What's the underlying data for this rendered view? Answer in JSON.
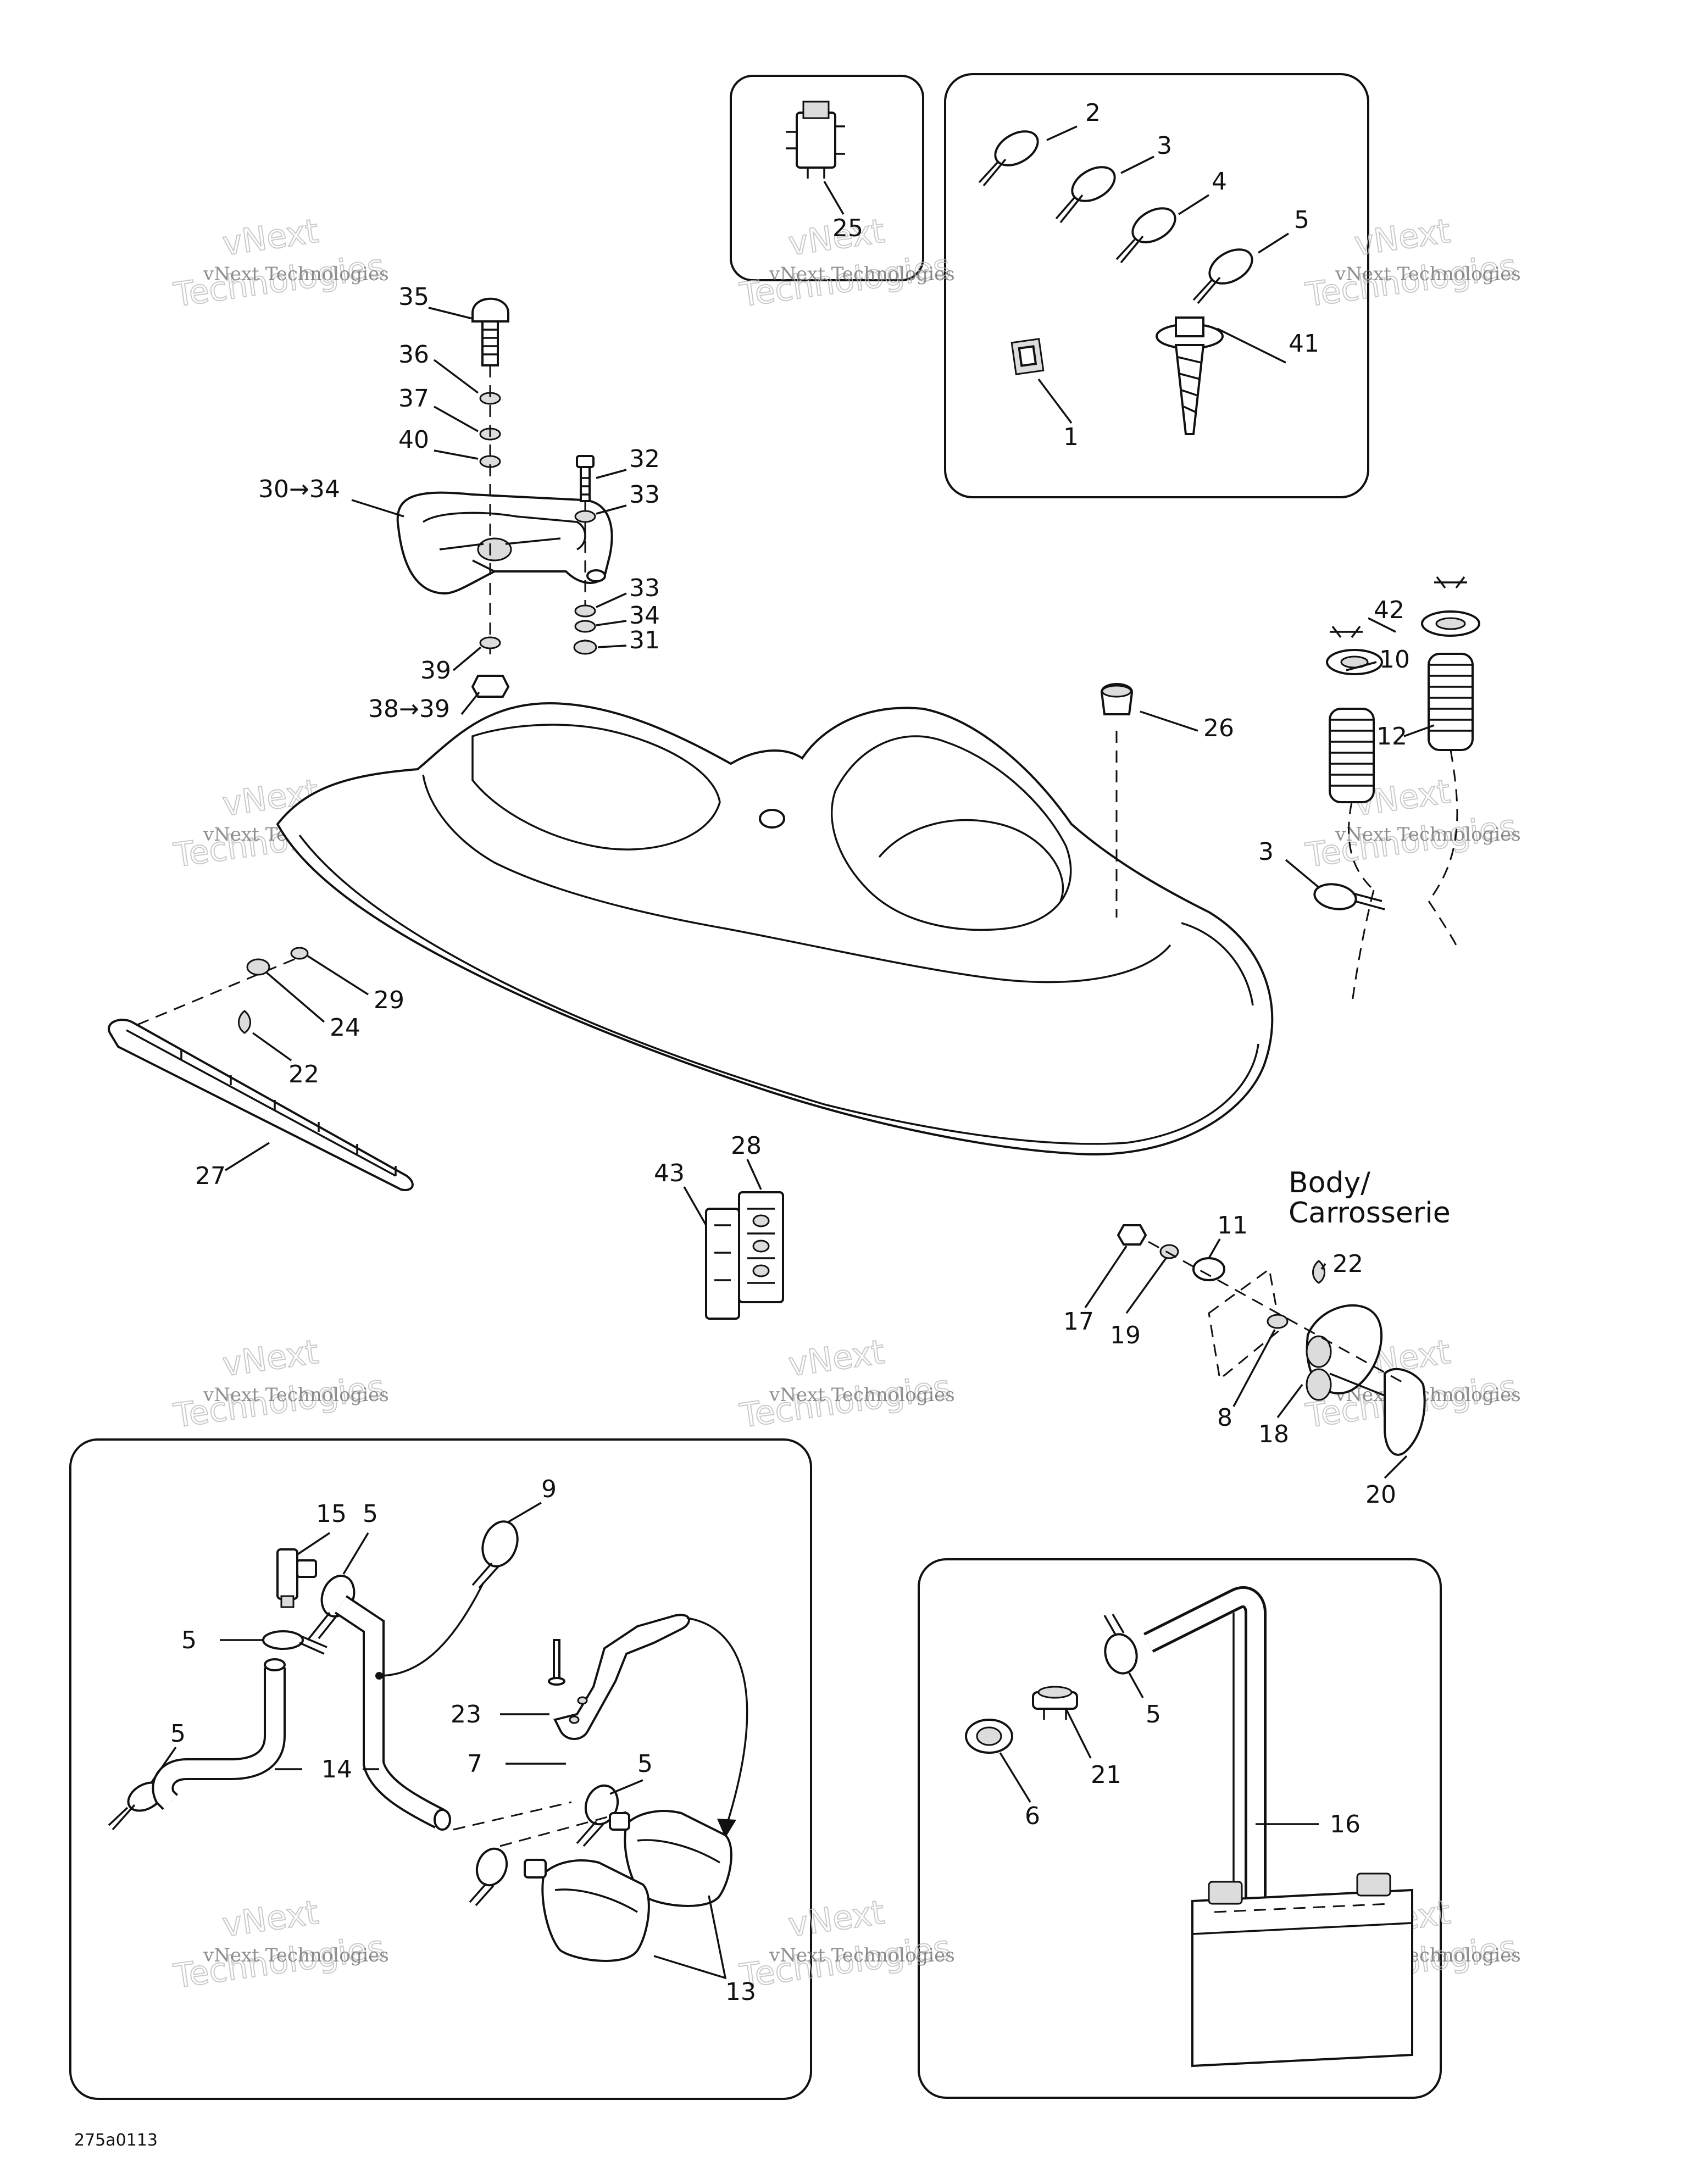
{
  "watermark": {
    "line1": "vNext Technologies",
    "line2": "Technologies",
    "line3": "vNext"
  },
  "drawing_code": "275a0113",
  "body_label": {
    "line1": "Body/",
    "line2": "Carrosserie"
  },
  "callouts": [
    {
      "id": "c-1",
      "text": "1"
    },
    {
      "id": "c-2",
      "text": "2"
    },
    {
      "id": "c-3",
      "text": "3"
    },
    {
      "id": "c-4",
      "text": "4"
    },
    {
      "id": "c-5",
      "text": "5"
    },
    {
      "id": "c-41",
      "text": "41"
    },
    {
      "id": "c-25",
      "text": "25"
    },
    {
      "id": "c-35",
      "text": "35"
    },
    {
      "id": "c-36",
      "text": "36"
    },
    {
      "id": "c-37",
      "text": "37"
    },
    {
      "id": "c-40",
      "text": "40"
    },
    {
      "id": "c-30-34",
      "text": "30→34"
    },
    {
      "id": "c-32",
      "text": "32"
    },
    {
      "id": "c-33a",
      "text": "33"
    },
    {
      "id": "c-33b",
      "text": "33"
    },
    {
      "id": "c-34",
      "text": "34"
    },
    {
      "id": "c-31",
      "text": "31"
    },
    {
      "id": "c-39",
      "text": "39"
    },
    {
      "id": "c-38-39",
      "text": "38→39"
    },
    {
      "id": "c-26",
      "text": "26"
    },
    {
      "id": "c-42",
      "text": "42"
    },
    {
      "id": "c-10",
      "text": "10"
    },
    {
      "id": "c-12",
      "text": "12"
    },
    {
      "id": "c-3b",
      "text": "3"
    },
    {
      "id": "c-29",
      "text": "29"
    },
    {
      "id": "c-24",
      "text": "24"
    },
    {
      "id": "c-22a",
      "text": "22"
    },
    {
      "id": "c-27",
      "text": "27"
    },
    {
      "id": "c-43",
      "text": "43"
    },
    {
      "id": "c-28",
      "text": "28"
    },
    {
      "id": "c-11",
      "text": "11"
    },
    {
      "id": "c-22b",
      "text": "22"
    },
    {
      "id": "c-17",
      "text": "17"
    },
    {
      "id": "c-19",
      "text": "19"
    },
    {
      "id": "c-8",
      "text": "8"
    },
    {
      "id": "c-18",
      "text": "18"
    },
    {
      "id": "c-20",
      "text": "20"
    },
    {
      "id": "c-15",
      "text": "15"
    },
    {
      "id": "c-5a",
      "text": "5"
    },
    {
      "id": "c-9",
      "text": "9"
    },
    {
      "id": "c-5b",
      "text": "5"
    },
    {
      "id": "c-5c",
      "text": "5"
    },
    {
      "id": "c-14",
      "text": "14"
    },
    {
      "id": "c-23",
      "text": "23"
    },
    {
      "id": "c-7",
      "text": "7"
    },
    {
      "id": "c-5d",
      "text": "5"
    },
    {
      "id": "c-13",
      "text": "13"
    },
    {
      "id": "c-5e",
      "text": "5"
    },
    {
      "id": "c-21",
      "text": "21"
    },
    {
      "id": "c-6",
      "text": "6"
    },
    {
      "id": "c-16",
      "text": "16"
    }
  ]
}
